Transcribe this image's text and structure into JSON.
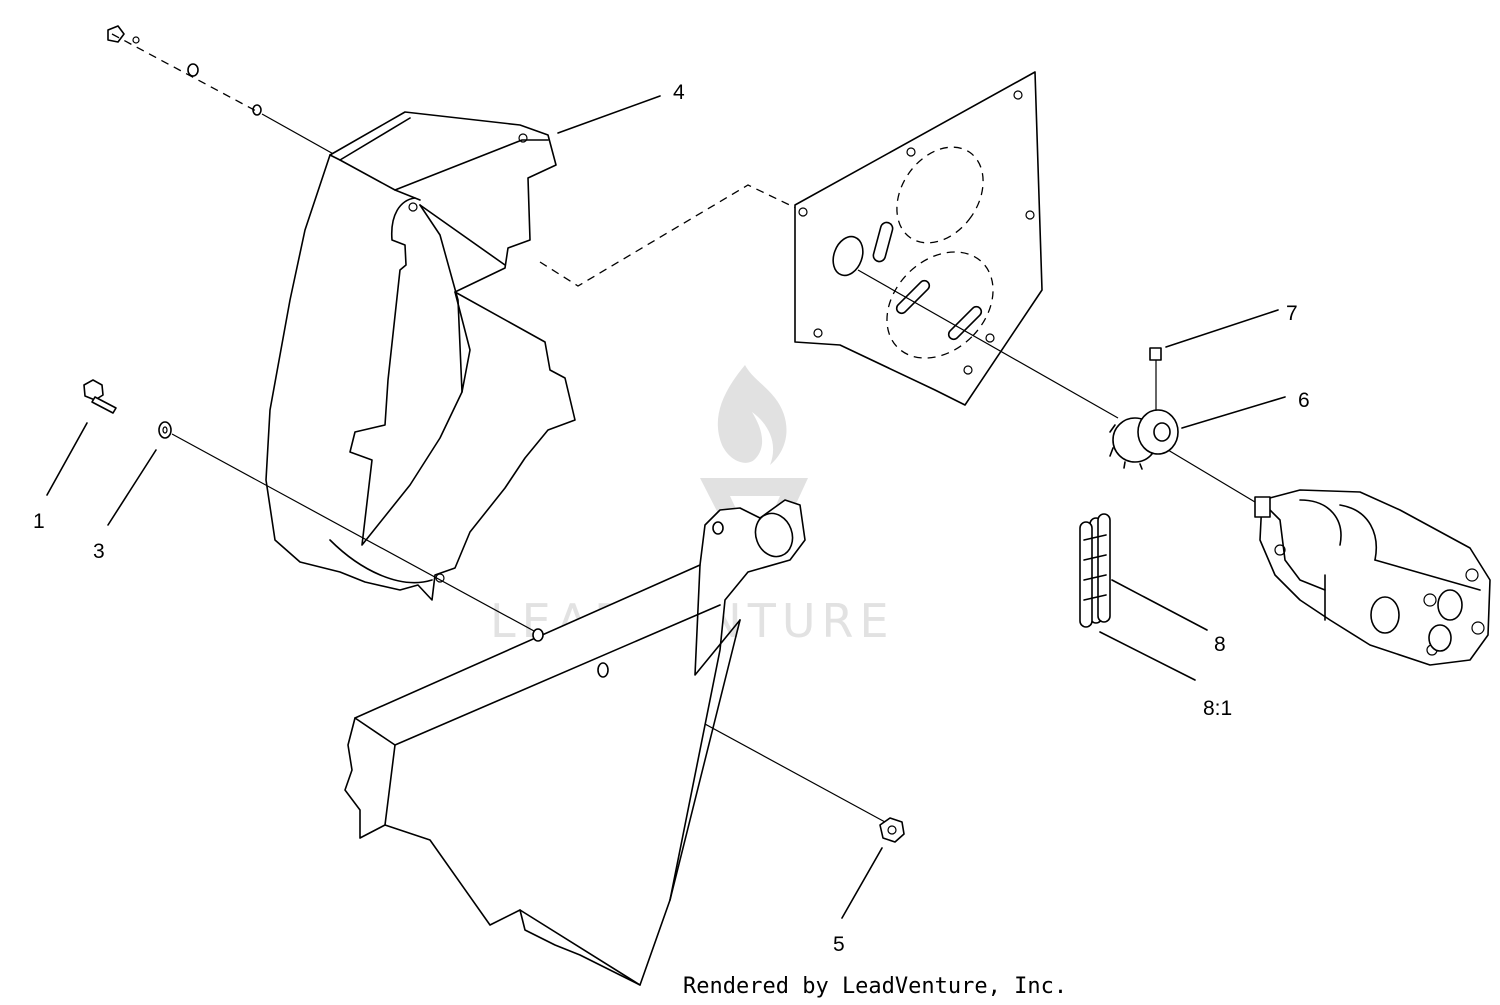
{
  "callouts": [
    {
      "id": "c1",
      "label": "1"
    },
    {
      "id": "c3",
      "label": "3"
    },
    {
      "id": "c4",
      "label": "4"
    },
    {
      "id": "c5",
      "label": "5"
    },
    {
      "id": "c6",
      "label": "6"
    },
    {
      "id": "c7",
      "label": "7"
    },
    {
      "id": "c8",
      "label": "8"
    },
    {
      "id": "c81",
      "label": "8:1"
    }
  ],
  "watermark": {
    "text": "LEADVENTURE"
  },
  "footer": {
    "credit": "Rendered by LeadVenture, Inc."
  }
}
